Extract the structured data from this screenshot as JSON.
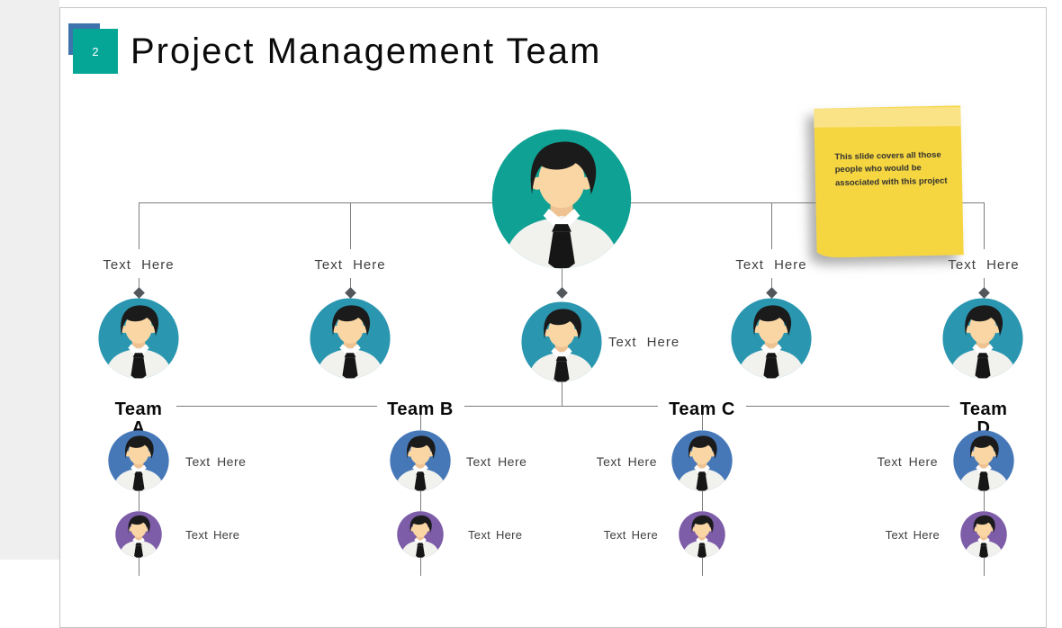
{
  "slide": {
    "page_number": "2",
    "title": "Project Management Team",
    "sticky_note": {
      "text": "This slide covers all those people who would be associated with this project",
      "color": "#F6D640"
    },
    "org_chart": {
      "placeholder_label": "Text Here",
      "teams": [
        {
          "label": "Team A",
          "line1": "Team",
          "line2": "A"
        },
        {
          "label": "Team B"
        },
        {
          "label": "Team C"
        },
        {
          "label": "Team D",
          "line1": "Team",
          "line2": "D"
        }
      ],
      "colors": {
        "manager": "#0FA193",
        "lead": "#2A96B0",
        "member": "#4678B8",
        "junior": "#7D5CA8"
      }
    },
    "accent": {
      "tab_teal": "#05A696",
      "tab_blue": "#3E73AE"
    }
  }
}
